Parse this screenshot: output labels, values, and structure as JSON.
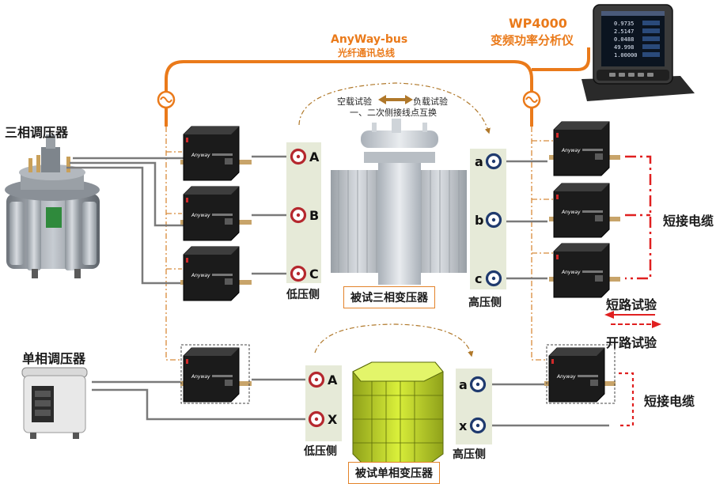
{
  "bus": {
    "name": "AnyWay-bus",
    "subtitle": "光纤通讯总线"
  },
  "analyzer": {
    "model": "WP4000",
    "name": "变频功率分析仪",
    "screen_values": [
      "0.9735",
      "2.5147",
      "0.0488",
      "49.998",
      "1.00000"
    ]
  },
  "three_phase": {
    "regulator_label": "三相调压器",
    "low_side_label": "低压侧",
    "high_side_label": "高压侧",
    "dut_label": "被试三相变压器",
    "low_terminals": [
      "A",
      "B",
      "C"
    ],
    "high_terminals": [
      "a",
      "b",
      "c"
    ],
    "swap_left": "空载试验",
    "swap_right": "负载试验",
    "swap_note": "一、二次侧接线点互换",
    "short_cable_label": "短接电缆",
    "short_test_label": "短路试验",
    "open_test_label": "开路试验"
  },
  "single_phase": {
    "regulator_label": "单相调压器",
    "low_side_label": "低压侧",
    "high_side_label": "高压侧",
    "dut_label": "被试单相变压器",
    "low_terminals": [
      "A",
      "X"
    ],
    "high_terminals": [
      "a",
      "x"
    ],
    "short_cable_label": "短接电缆"
  },
  "sensor_brand": "Anyway",
  "colors": {
    "bus_orange": "#ea7a1a",
    "short_red": "#e02020",
    "panel_green": "#e6ead8",
    "low_terminal": "#b5282e",
    "high_terminal": "#1f3a6e",
    "sensor_body": "#1b1b1b",
    "wire_gray": "#7a7a7a"
  }
}
